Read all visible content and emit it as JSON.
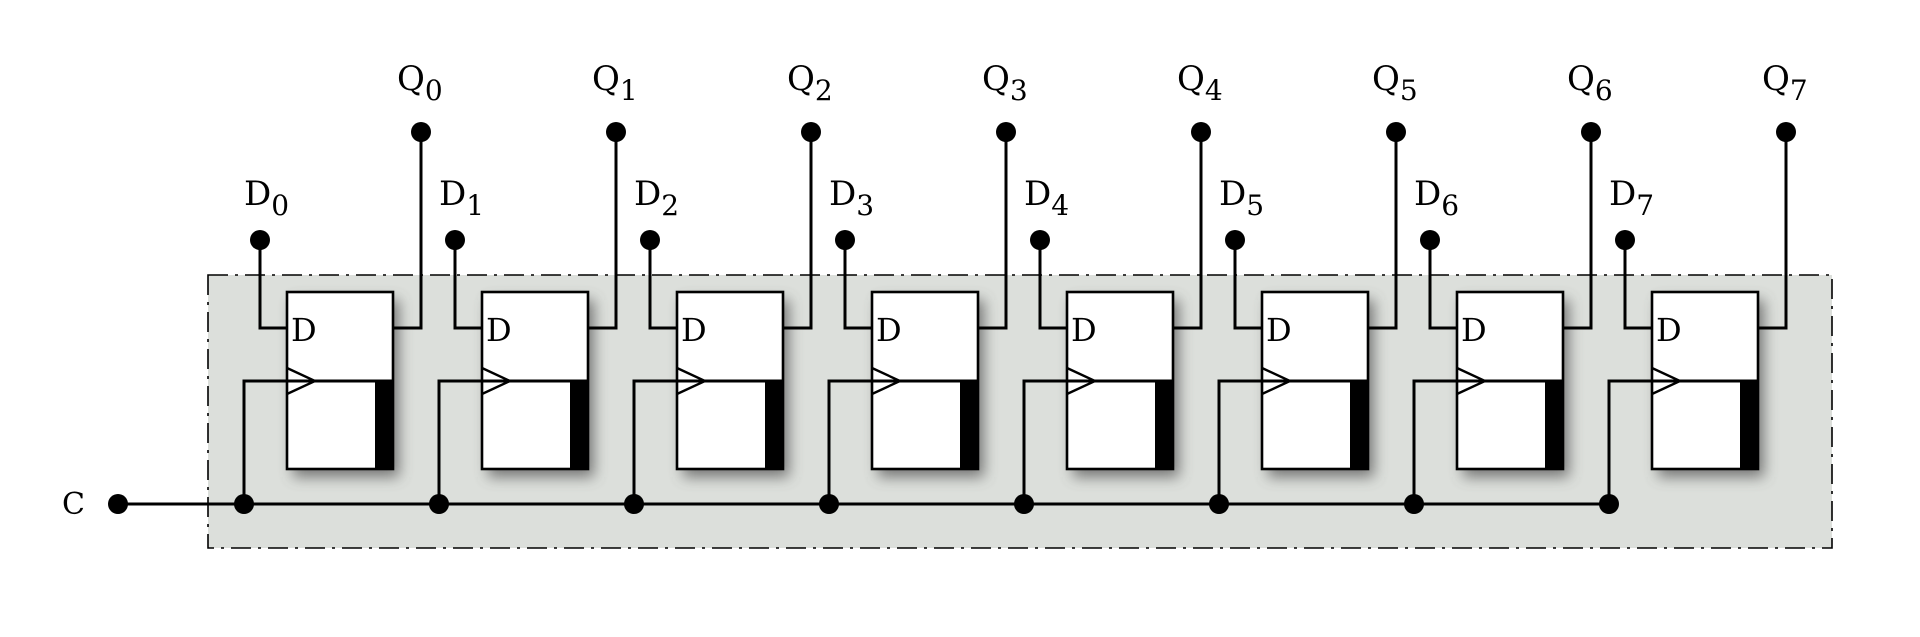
{
  "clock": {
    "label": "C"
  },
  "register": {
    "pin_label": "D"
  },
  "inputs": [
    {
      "letter": "D",
      "index": "0"
    },
    {
      "letter": "D",
      "index": "1"
    },
    {
      "letter": "D",
      "index": "2"
    },
    {
      "letter": "D",
      "index": "3"
    },
    {
      "letter": "D",
      "index": "4"
    },
    {
      "letter": "D",
      "index": "5"
    },
    {
      "letter": "D",
      "index": "6"
    },
    {
      "letter": "D",
      "index": "7"
    }
  ],
  "outputs": [
    {
      "letter": "Q",
      "index": "0"
    },
    {
      "letter": "Q",
      "index": "1"
    },
    {
      "letter": "Q",
      "index": "2"
    },
    {
      "letter": "Q",
      "index": "3"
    },
    {
      "letter": "Q",
      "index": "4"
    },
    {
      "letter": "Q",
      "index": "5"
    },
    {
      "letter": "Q",
      "index": "6"
    },
    {
      "letter": "Q",
      "index": "7"
    }
  ],
  "colors": {
    "group_fill": "#dcdfdb",
    "line": "#000000",
    "flipflop_fill": "#ffffff"
  }
}
